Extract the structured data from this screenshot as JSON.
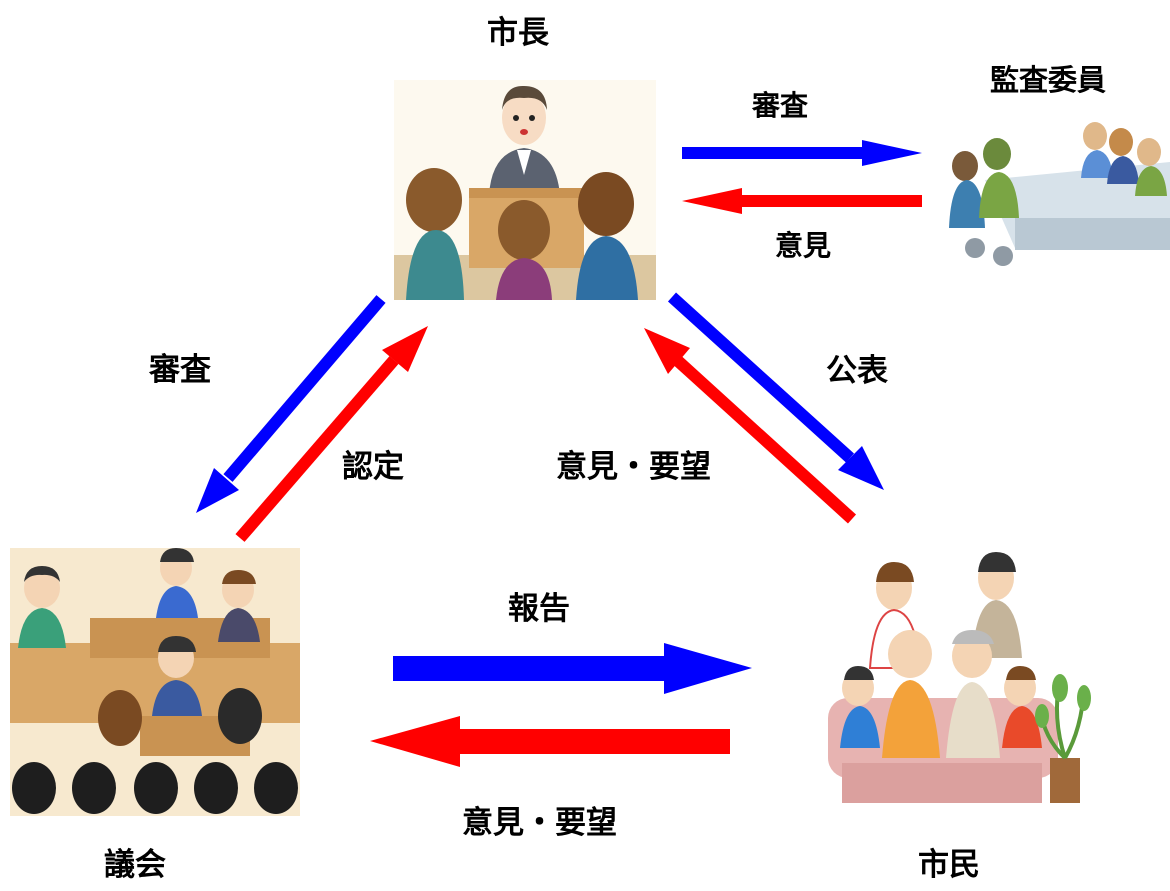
{
  "nodes": {
    "mayor": {
      "label": "市長"
    },
    "auditors": {
      "label": "監査委員"
    },
    "assembly": {
      "label": "議会"
    },
    "citizens": {
      "label": "市民"
    }
  },
  "edges": {
    "mayor_to_auditors": {
      "label": "審査",
      "color": "#0000ff"
    },
    "auditors_to_mayor": {
      "label": "意見",
      "color": "#ff0000"
    },
    "mayor_to_assembly": {
      "label": "審査",
      "color": "#0000ff"
    },
    "assembly_to_mayor": {
      "label": "認定",
      "color": "#ff0000"
    },
    "mayor_to_citizens": {
      "label": "公表",
      "color": "#0000ff"
    },
    "citizens_to_mayor": {
      "label": "意見・要望",
      "color": "#ff0000"
    },
    "assembly_to_citizens": {
      "label": "報告",
      "color": "#0000ff"
    },
    "citizens_to_assembly": {
      "label": "意見・要望",
      "color": "#ff0000"
    }
  }
}
